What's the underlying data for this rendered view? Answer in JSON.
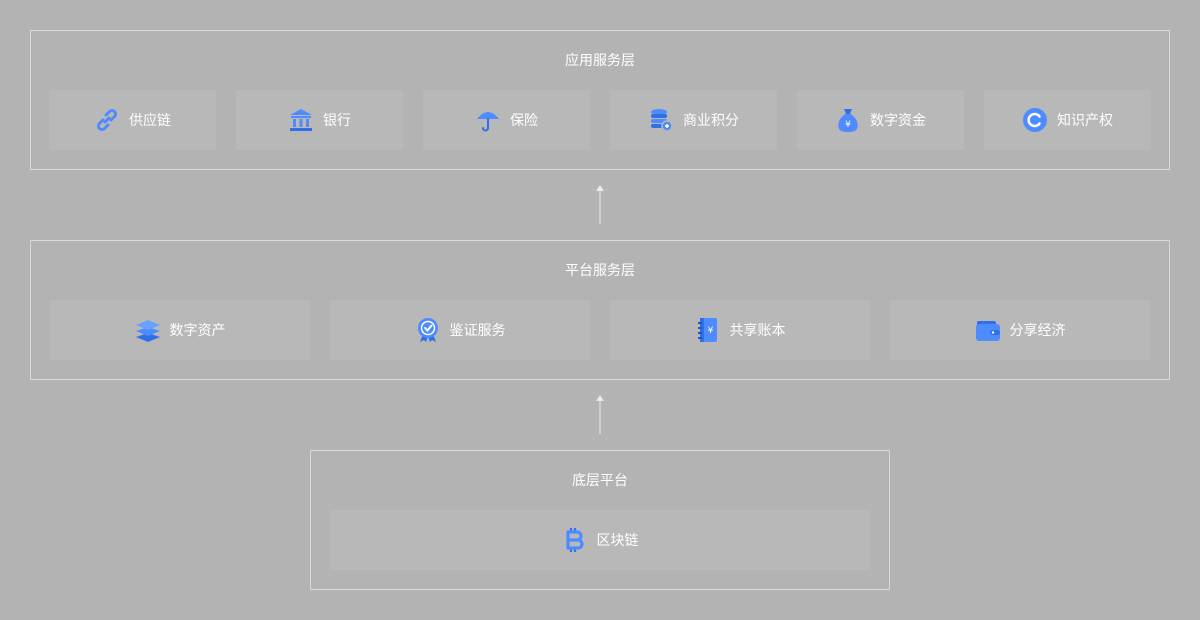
{
  "application_layer": {
    "title": "应用服务层",
    "items": [
      {
        "label": "供应链",
        "icon": "chain-link-icon"
      },
      {
        "label": "银行",
        "icon": "bank-icon"
      },
      {
        "label": "保险",
        "icon": "umbrella-icon"
      },
      {
        "label": "商业积分",
        "icon": "coin-stack-icon"
      },
      {
        "label": "数字资金",
        "icon": "money-bag-icon"
      },
      {
        "label": "知识产权",
        "icon": "copyright-icon"
      }
    ]
  },
  "platform_layer": {
    "title": "平台服务层",
    "items": [
      {
        "label": "数字资产",
        "icon": "layers-icon"
      },
      {
        "label": "鉴证服务",
        "icon": "certificate-badge-icon"
      },
      {
        "label": "共享账本",
        "icon": "ledger-book-icon"
      },
      {
        "label": "分享经济",
        "icon": "wallet-icon"
      }
    ]
  },
  "base_layer": {
    "title": "底层平台",
    "items": [
      {
        "label": "区块链",
        "icon": "bitcoin-icon"
      }
    ]
  },
  "colors": {
    "background": "#b3b3b3",
    "tile": "#b8b8b8",
    "border": "#d9d9d9",
    "icon_primary": "#4d8bff",
    "icon_dark": "#2f6fe8"
  }
}
